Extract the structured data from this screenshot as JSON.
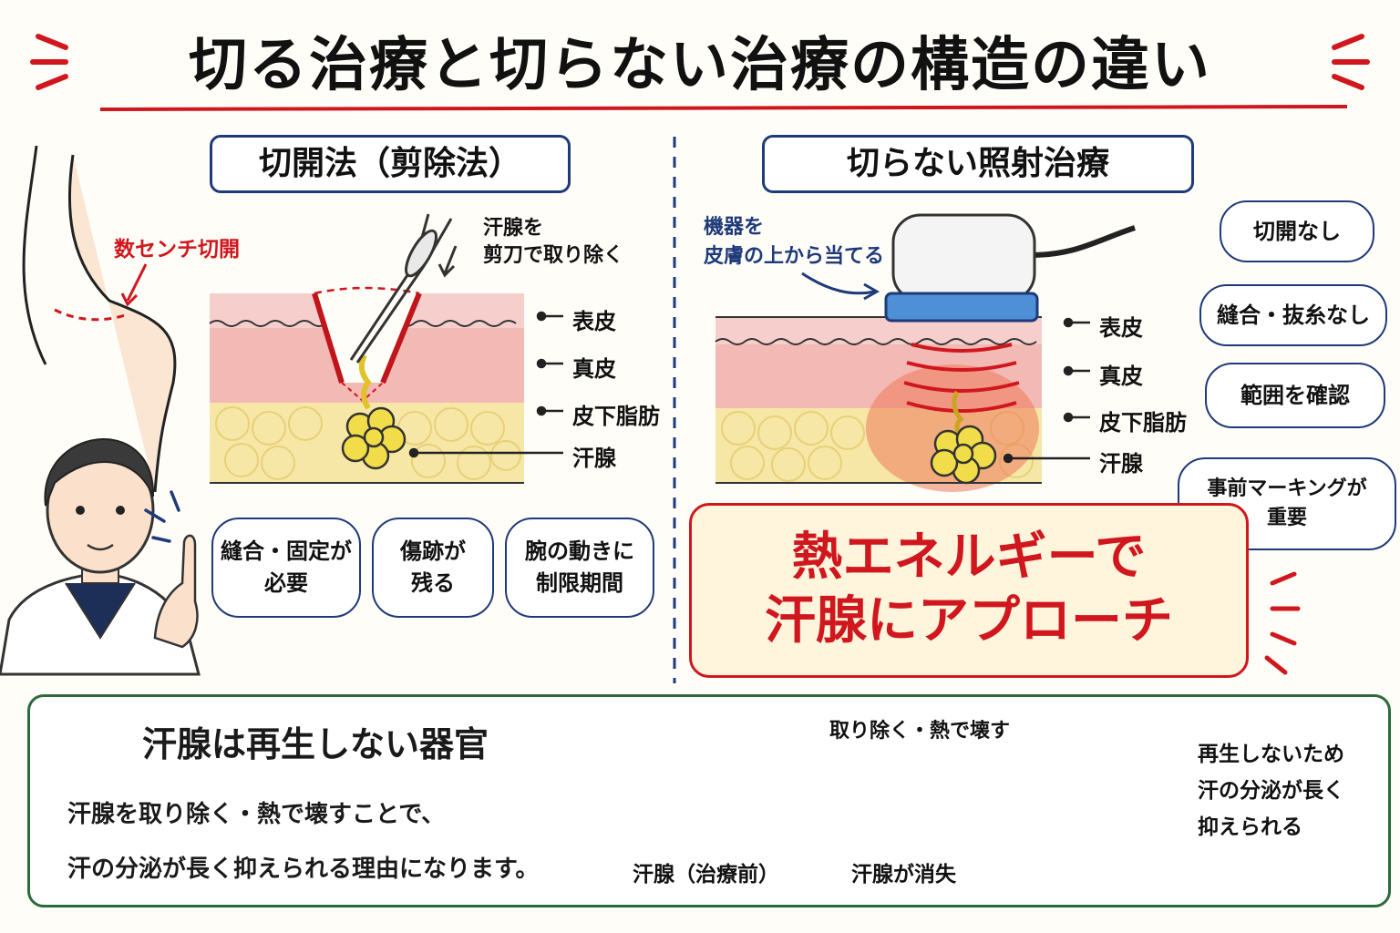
{
  "title": "切る治療と切らない治療の構造の違い",
  "colors": {
    "accent_red": "#d0171e",
    "navy": "#1f3a7a",
    "green": "#2b6b3a",
    "fat": "#f6e7a6",
    "skin": "#f3c1bf"
  },
  "left_panel": {
    "heading": "切開法（剪除法）",
    "incision_note": "数センチ切開",
    "scissors_note": "汗腺を\n剪刀で取り除く",
    "layers": [
      "表皮",
      "真皮",
      "皮下脂肪",
      "汗腺"
    ],
    "bubbles": [
      "縫合・固定が\n必要",
      "傷跡が\n残る",
      "腕の動きに\n制限期間"
    ]
  },
  "right_panel": {
    "heading": "切らない照射治療",
    "device_note": "機器を\n皮膚の上から当てる",
    "layers": [
      "表皮",
      "真皮",
      "皮下脂肪",
      "汗腺"
    ],
    "bubbles": [
      "切開なし",
      "縫合・抜糸なし",
      "範囲を確認",
      "事前マーキングが\n重要"
    ],
    "highlight": "熱エネルギーで\n汗腺にアプローチ"
  },
  "bottom": {
    "heading": "汗腺は再生しない器官",
    "description": "汗腺を取り除く・熱で壊すことで、\n汗の分泌が長く抑えられる理由になります。",
    "step_before": "汗腺（治療前）",
    "step_action": "取り除く・熱で壊す",
    "step_after": "汗腺が消失",
    "result": "再生しないため\n汗の分泌が長く\n抑えられる"
  },
  "icons": [
    "scissors-icon",
    "device-icon",
    "doctor-illustration",
    "arrow-right-icon",
    "sweat-gland-icon"
  ]
}
